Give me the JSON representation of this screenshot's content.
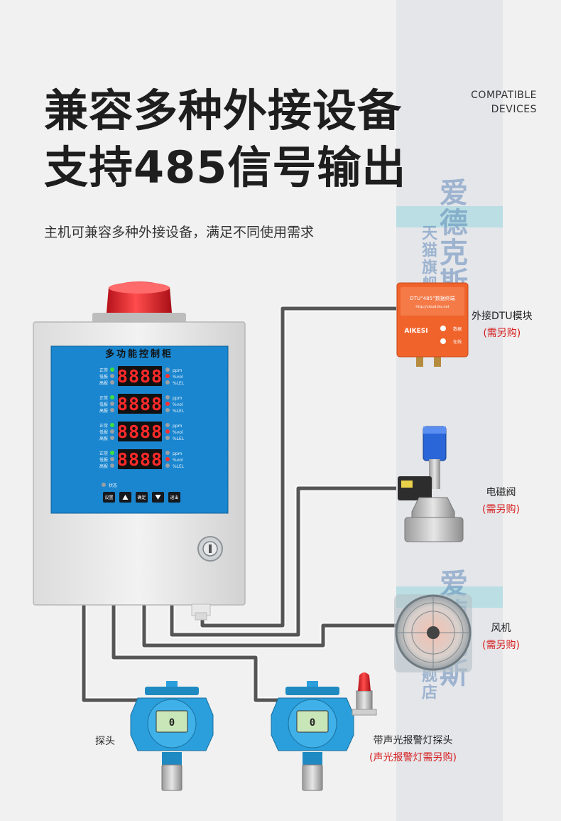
{
  "headline": {
    "line1": "兼容多种外接设备",
    "line2": "支持485信号输出",
    "en_line1": "COMPATIBLE",
    "en_line2": "DEVICES"
  },
  "subtitle": "主机可兼容多种外接设备，满足不同使用需求",
  "watermark": {
    "brand": "爱德克斯",
    "store": "天猫旗舰店"
  },
  "panel": {
    "title": "多功能控制柜",
    "row_labels": [
      "正常",
      "低报",
      "高报"
    ],
    "unit_labels": [
      "ppm",
      "%vol",
      "%LEL"
    ],
    "display_value": "8888",
    "status_label": "状态",
    "buttons": {
      "set": "设置",
      "confirm": "确定",
      "exit": "退出"
    }
  },
  "dtu_module": {
    "title_text": "DTU“485”数据终端",
    "url": "http://cloud.iks.net",
    "brand": "AIKESI",
    "led_data": "数据",
    "led_online": "在线"
  },
  "detector": {
    "screen_value": "0"
  },
  "devices": [
    {
      "name": "外接DTU模块",
      "note": "(需另购)"
    },
    {
      "name": "电磁阀",
      "note": "(需另购)"
    },
    {
      "name": "风机",
      "note": "(需另购)"
    },
    {
      "name": "探头",
      "note": ""
    },
    {
      "name": "带声光报警灯探头",
      "note": "(声光报警灯需另购)"
    }
  ],
  "colors": {
    "panel_blue": "#1a86cf",
    "display_red": "#ff2a2a",
    "dtu_orange": "#f0642c",
    "detector_blue": "#2a9fdc",
    "note_red": "#d61c1c"
  }
}
